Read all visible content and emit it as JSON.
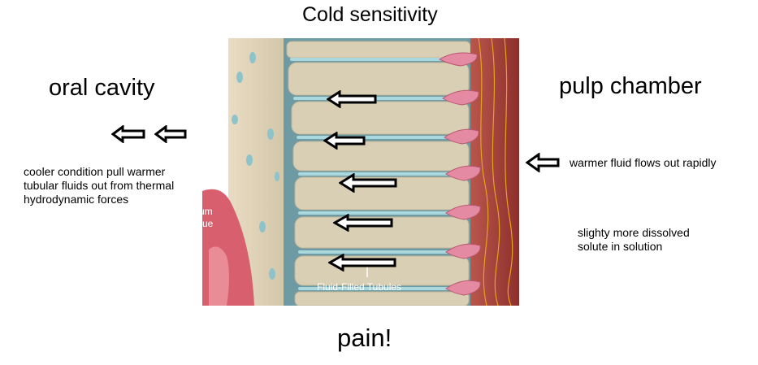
{
  "title": "Cold sensitivity",
  "left_heading": "oral cavity",
  "right_heading": "pulp chamber",
  "bottom_label": "pain!",
  "left_note": [
    "cooler condition pull warmer",
    "tubular fluids out from thermal",
    "hydrodynamic forces"
  ],
  "right_note_1": "warmer fluid flows out rapidly",
  "right_note_2": [
    "slighty more dissolved",
    "solute in solution"
  ],
  "illustration": {
    "tubules_label": "Fluid-Filled Tubules",
    "tissue_label_fragment": [
      "um",
      "sue"
    ]
  },
  "icons": {
    "arrow": "left-arrow-icon"
  },
  "colors": {
    "dentin": "#d8cfb4",
    "tubule_fluid": "#7fb6c2",
    "pulp": "#a8453f",
    "gum": "#d85f6e",
    "nerve": "#e6a21c"
  }
}
